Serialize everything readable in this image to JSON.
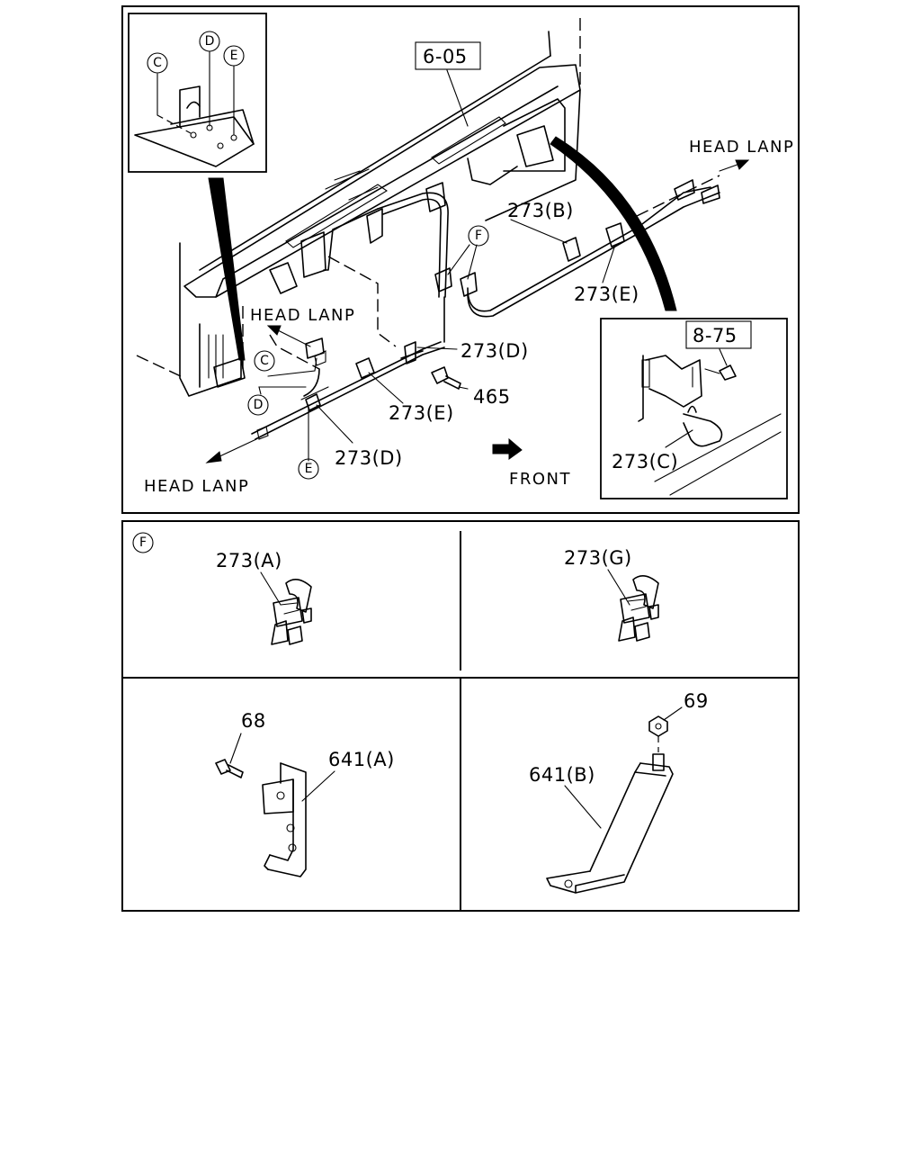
{
  "diagram": {
    "top_panel": {
      "ref_6_05": "6-05",
      "ref_8_75": "8-75",
      "head_lamp_right": "HEAD LANP",
      "head_lamp_middle": "HEAD LANP",
      "head_lamp_left": "HEAD LANP",
      "front": "FRONT",
      "part_273b": "273(B)",
      "part_273e_right": "273(E)",
      "part_273d_upper": "273(D)",
      "part_465": "465",
      "part_273e_lower": "273(E)",
      "part_273d_lower": "273(D)",
      "part_273c": "273(C)",
      "marker_c": "C",
      "marker_d": "D",
      "marker_e": "E",
      "marker_f": "F"
    },
    "detail_f": {
      "marker": "F",
      "part_273a": "273(A)",
      "part_273g": "273(G)"
    },
    "bottom_left": {
      "part_68": "68",
      "part_641a": "641(A)"
    },
    "bottom_right": {
      "part_69": "69",
      "part_641b": "641(B)"
    }
  }
}
